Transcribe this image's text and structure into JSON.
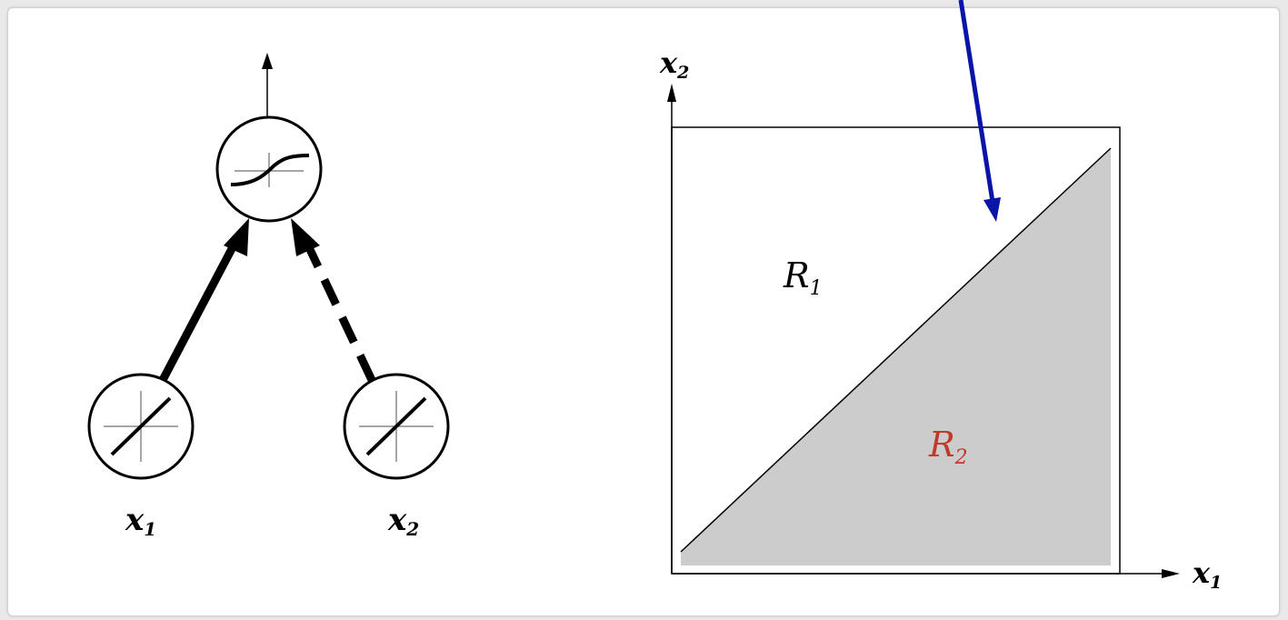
{
  "network": {
    "input_nodes": [
      {
        "name": "x",
        "sub": "1"
      },
      {
        "name": "x",
        "sub": "2"
      }
    ],
    "output_node": {
      "activation_icon": "sigmoid-icon"
    },
    "input_activation_icon": "linear-icon",
    "weights": [
      {
        "from": "x1",
        "style": "solid"
      },
      {
        "from": "x2",
        "style": "dashed"
      }
    ]
  },
  "decision_plot": {
    "x_axis": {
      "name": "x",
      "sub": "1"
    },
    "y_axis": {
      "name": "x",
      "sub": "2"
    },
    "regions": [
      {
        "name": "R",
        "sub": "1",
        "shaded": false
      },
      {
        "name": "R",
        "sub": "2",
        "shaded": true
      }
    ],
    "boundary": "diagonal-line",
    "colors": {
      "shaded_region": "#cccccc",
      "region2_label": "#c0392b",
      "pointer_arrow": "#0a14a8"
    }
  }
}
